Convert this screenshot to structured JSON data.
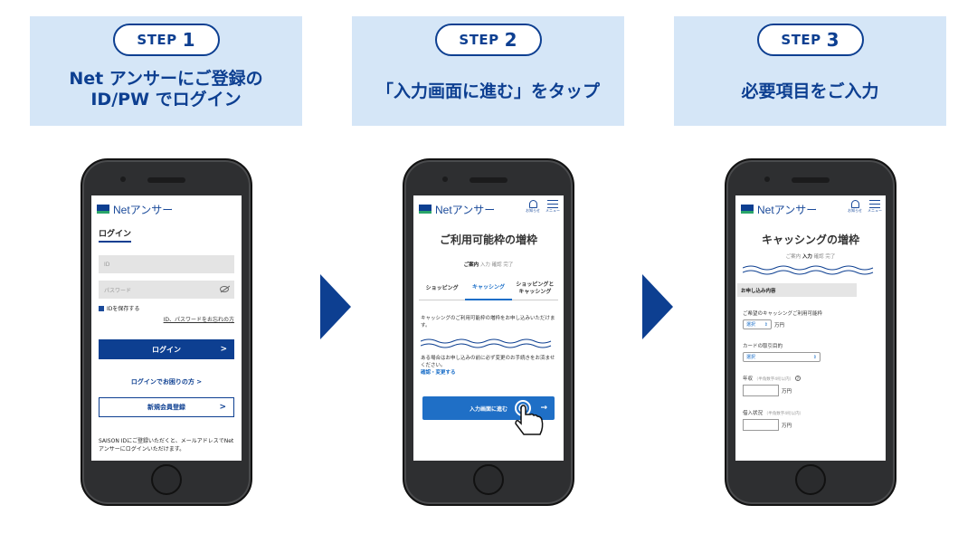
{
  "steps": [
    {
      "label": "STEP",
      "number": "1",
      "title_line1": "Net アンサーにご登録の",
      "title_line2": "ID/PW でログイン"
    },
    {
      "label": "STEP",
      "number": "2",
      "title_line1": "「入力画面に進む」をタップ"
    },
    {
      "label": "STEP",
      "number": "3",
      "title_line1": "必要項目をご入力"
    }
  ],
  "common": {
    "brand": "Netアンサー",
    "notice_label": "お知らせ",
    "menu_label": "メニュー"
  },
  "screen1": {
    "heading": "ログイン",
    "id_placeholder": "ID",
    "password_placeholder": "パスワード",
    "save_id": "IDを保存する",
    "forgot": "ID、パスワードをお忘れの方",
    "login_button": "ログイン",
    "help_link": "ログインでお困りの方 >",
    "register_button": "新規会員登録",
    "chevron": ">",
    "note": "SAISON IDにご登録いただくと、メールアドレスでNetアンサーにログインいただけます。"
  },
  "screen2": {
    "title": "ご利用可能枠の増枠",
    "progress": [
      "ご案内",
      "入力",
      "確認",
      "完了"
    ],
    "tabs": [
      "ショッピング",
      "キャッシング",
      "ショッピングと\nキャッシング"
    ],
    "description": "キャッシングのご利用可能枠の増枠をお申し込みいただけます。",
    "warning": "ある場合はお申し込みの前に必ず変更のお手続きをお済ませください。",
    "confirm_link": "確認・変更する",
    "proceed_button": "入力画面に進む",
    "proceed_arrow": "→"
  },
  "screen3": {
    "title": "キャッシングの増枠",
    "progress": [
      "ご案内",
      "入力",
      "確認",
      "完了"
    ],
    "section": "お申し込み内容",
    "desired_label": "ご希望のキャッシングご利用可能枠",
    "select_value": "選択",
    "unit_man": "万円",
    "card_purpose_label": "カードの取引目的",
    "income_label": "年収",
    "income_sub": "（半角数字4桁以内）",
    "borrow_label": "借入状況",
    "borrow_sub": "（半角数字4桁以内）"
  },
  "colors": {
    "accent": "#0d3f91",
    "header_bg": "#d5e6f7",
    "button_blue": "#1f6fc6"
  }
}
